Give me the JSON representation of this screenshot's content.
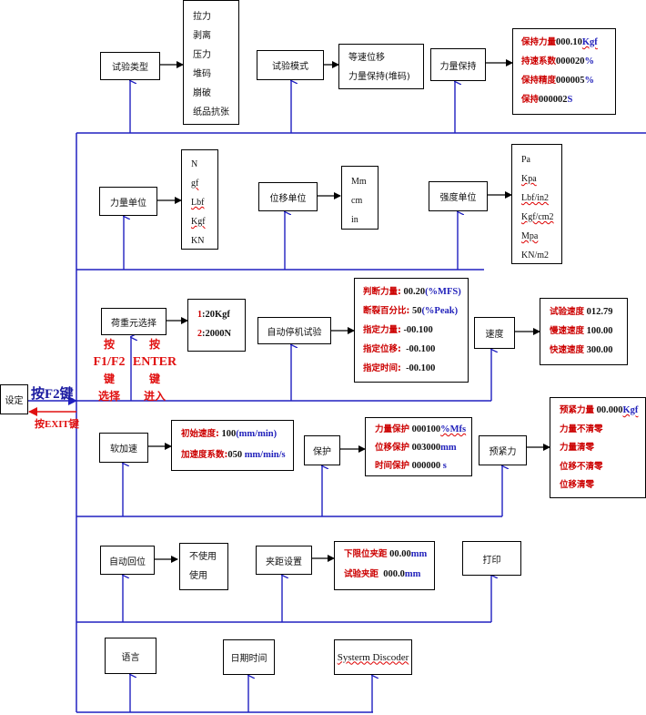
{
  "root": {
    "label": "设定"
  },
  "keys": {
    "f2_enter": "按F2键",
    "exit_back": "按EXIT键",
    "f1f2_select": [
      "按",
      "F1/F2",
      "键",
      "选择"
    ],
    "enter_in": [
      "按",
      "ENTER",
      "键",
      "进入"
    ]
  },
  "rows": {
    "r1": {
      "test_type": {
        "label": "试验类型",
        "options": [
          "拉力",
          "剥离",
          "压力",
          "堆码",
          "崩破",
          "纸品抗张"
        ]
      },
      "test_mode": {
        "label": "试验模式",
        "options": [
          "等速位移",
          "力量保持(堆码)"
        ]
      },
      "force_hold": {
        "label": "力量保持",
        "params": [
          {
            "label": "保持力量",
            "value": "000.10",
            "unit": "Kgf"
          },
          {
            "label": "持速系数",
            "value": "000020",
            "unit": "%"
          },
          {
            "label": "保持精度",
            "value": "000005",
            "unit": "%"
          },
          {
            "label": "保持",
            "value": "000002",
            "unit": "S"
          }
        ]
      }
    },
    "r2": {
      "force_unit": {
        "label": "力量单位",
        "options": [
          "N",
          "gf",
          "Lbf",
          "Kgf",
          "KN"
        ]
      },
      "disp_unit": {
        "label": "位移单位",
        "options": [
          "Mm",
          "cm",
          "in"
        ]
      },
      "strength_unit": {
        "label": "强度单位",
        "options": [
          "Pa",
          "Kpa",
          "Lbf/in2",
          "Kgf/cm2",
          "Mpa",
          "KN/m2"
        ]
      }
    },
    "r3": {
      "load_cell": {
        "label": "荷重元选择",
        "options": [
          {
            "num": "1",
            "text": ":20Kgf"
          },
          {
            "num": "2",
            "text": ":2000N"
          }
        ]
      },
      "auto_stop": {
        "label": "自动停机试验",
        "params": [
          {
            "label": "判断力量:",
            "value": " 00.20",
            "unit": "(%MFS)"
          },
          {
            "label": "断裂百分比:",
            "value": " 50",
            "unit": "(%Peak)"
          },
          {
            "label": "指定力量:",
            "value": " -00.100",
            "unit": ""
          },
          {
            "label": "指定位移:",
            "value": "  -00.100",
            "unit": ""
          },
          {
            "label": "指定时间:",
            "value": "  -00.100",
            "unit": ""
          }
        ]
      },
      "speed": {
        "label": "速度",
        "params": [
          {
            "label": "试验速度",
            "value": " 012.79"
          },
          {
            "label": "慢速速度",
            "value": " 100.00"
          },
          {
            "label": "快速速度",
            "value": " 300.00"
          }
        ]
      }
    },
    "r4": {
      "soft_accel": {
        "label": "软加速",
        "params": [
          {
            "label": "初始速度:",
            "value": " 100",
            "unit": "(mm/min)"
          },
          {
            "label": "加速度系数:",
            "value": "050 ",
            "unit": "mm/min/s"
          }
        ]
      },
      "protect": {
        "label": "保护",
        "params": [
          {
            "label": "力量保护",
            "value": " 000100",
            "unit": "%Mfs"
          },
          {
            "label": "位移保护",
            "value": " 003000",
            "unit": "mm"
          },
          {
            "label": "时间保护",
            "value": " 000000 ",
            "unit": "s"
          }
        ]
      },
      "preload": {
        "label": "预紧力",
        "params": [
          {
            "label": "预紧力量",
            "value": " 00.000",
            "unit": "Kgf"
          },
          {
            "label": "力量不清零",
            "value": "",
            "unit": ""
          },
          {
            "label": "力量清零",
            "value": "",
            "unit": ""
          },
          {
            "label": "位移不清零",
            "value": "",
            "unit": ""
          },
          {
            "label": "位移清零",
            "value": "",
            "unit": ""
          }
        ]
      }
    },
    "r5": {
      "auto_return": {
        "label": "自动回位",
        "options": [
          "不使用",
          "使用"
        ]
      },
      "clamp": {
        "label": "夹距设置",
        "params": [
          {
            "label": "下限位夹距",
            "value": " 00.00",
            "unit": "mm"
          },
          {
            "label": "试验夹距",
            "value": "  000.0",
            "unit": "mm"
          }
        ]
      },
      "print": {
        "label": "打印"
      }
    },
    "r6": {
      "language": {
        "label": "语言"
      },
      "datetime": {
        "label": "日期时间"
      },
      "system": {
        "label": "Systerm Discoder"
      }
    }
  }
}
